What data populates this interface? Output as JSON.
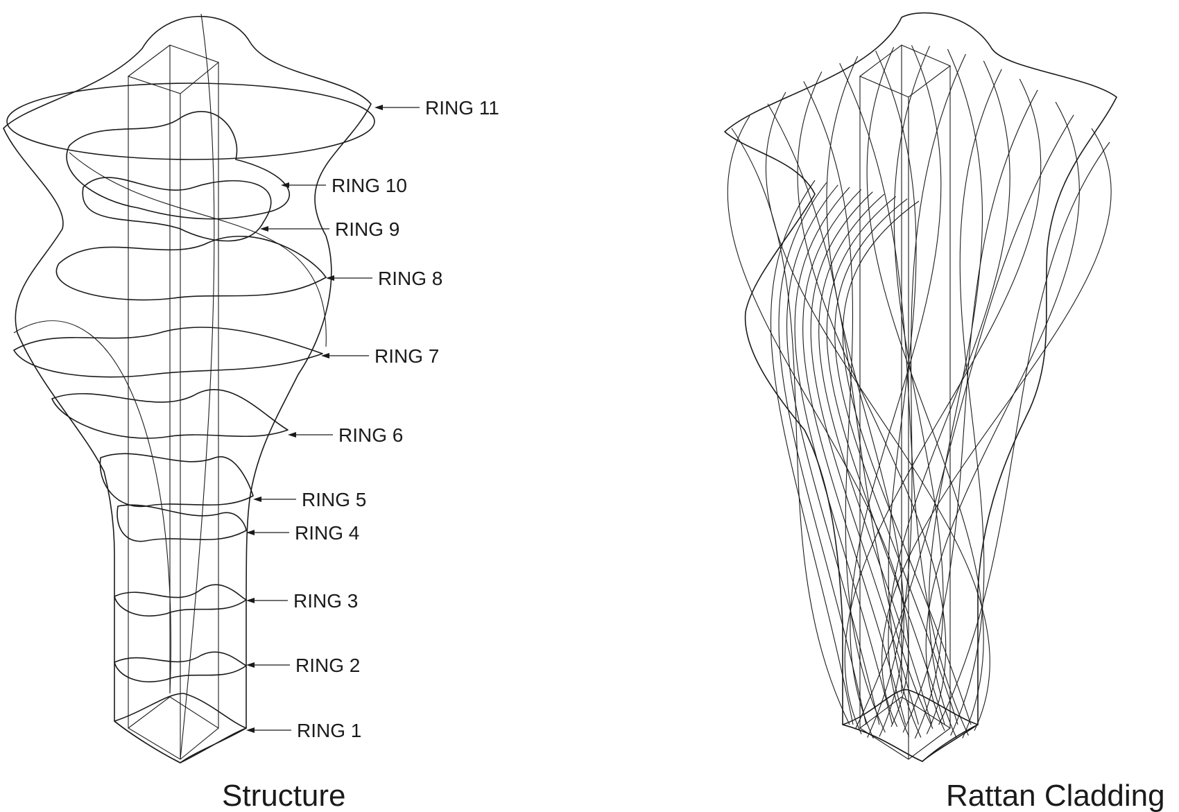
{
  "ring_labels": [
    "RING 11",
    "RING 10",
    "RING 9",
    "RING 8",
    "RING 7",
    "RING 6",
    "RING 5",
    "RING 4",
    "RING 3",
    "RING 2",
    "RING 1"
  ],
  "captions": {
    "structure": "Structure",
    "cladding": "Rattan Cladding"
  },
  "colors": {
    "line": "#1a1a1a",
    "background": "#ffffff"
  }
}
